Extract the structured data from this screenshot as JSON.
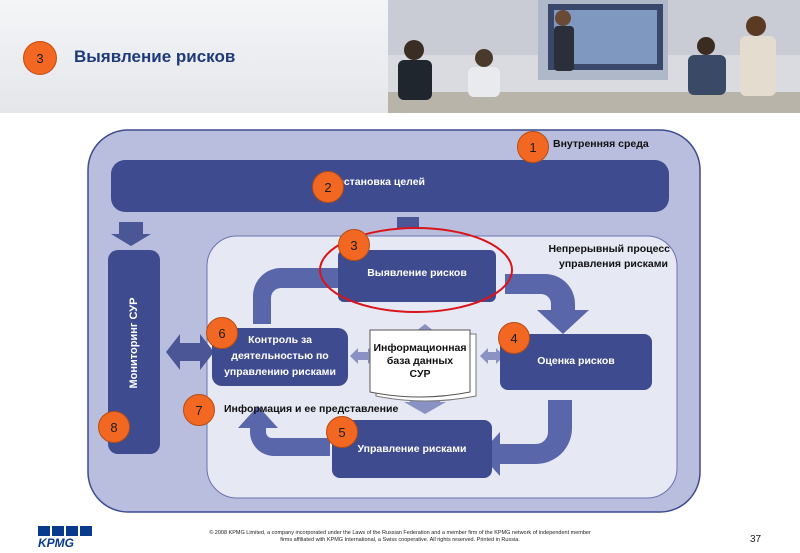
{
  "header": {
    "step": "3",
    "title": "Выявление рисков"
  },
  "diagram": {
    "env_label": "Внутренняя среда",
    "goal": "Постановка целей",
    "monitoring": "Мониторинг СУР",
    "identify": "Выявление рисков",
    "process": [
      "Непрерывный процесс",
      "управления рисками"
    ],
    "control": [
      "Контроль за",
      "деятельностью по",
      "управлению рисками"
    ],
    "database": [
      "Информационная",
      "база данных",
      "СУР"
    ],
    "assess": "Оценка рисков",
    "info": "Информация и ее представление",
    "manage": "Управление рисками",
    "numbers": [
      "1",
      "2",
      "3",
      "4",
      "5",
      "6",
      "7",
      "8"
    ]
  },
  "colors": {
    "accent": "#f26722",
    "box": "#3e4b8f",
    "outer": "#b9bdde",
    "inner": "#e6e8f4",
    "highlight": "#d9141b"
  },
  "footer": {
    "note_1": "© 2008 KPMG Limited, a company incorporated under the Laws of the Russian Federation and a member firm of the KPMG network of independent member",
    "note_2": "firms affiliated with KPMG International, a Swiss cooperative. All rights reserved. Printed in Russia.",
    "page": "37",
    "logo": "KPMG"
  }
}
